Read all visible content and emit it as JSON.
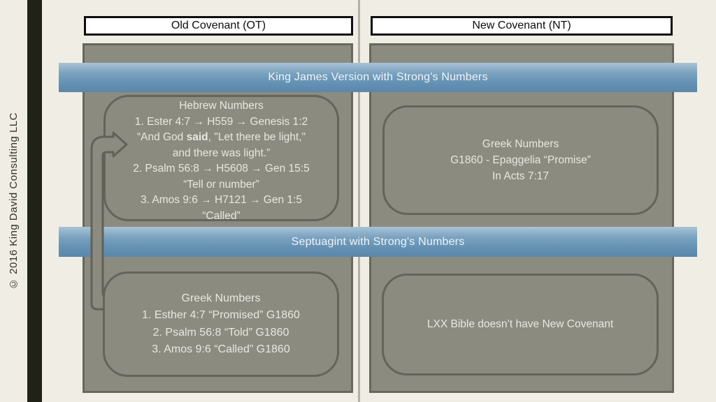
{
  "slide": {
    "copyright": "© 2016 King David Consulting LLC",
    "headers": {
      "left": "Old Covenant (OT)",
      "right": "New Covenant (NT)"
    },
    "banners": {
      "kjv": "King James Version with Strong's Numbers",
      "septuagint": "Septuagint with Strong's Numbers"
    },
    "boxes": {
      "hebrew": {
        "title": "Hebrew Numbers",
        "item1": "1.  Ester 4:7 → H559 → Genesis 1:2",
        "quote1_pre": "“And God ",
        "quote1_bold": "said",
        "quote1_post": ", \"Let there be light,\"",
        "quote1_line2": "and there was light.”",
        "item2": "2.  Psalm 56:8 → H5608 → Gen 15:5",
        "quote2": "“Tell or number”",
        "item3": "3.  Amos 9:6 → H7121 → Gen 1:5",
        "quote3": "“Called”"
      },
      "greek_nt": {
        "title": "Greek Numbers",
        "line1": "G1860 - Epaggelia “Promise”",
        "line2": "In Acts 7:17"
      },
      "greek_lxx": {
        "title": "Greek Numbers",
        "item1": "1.  Esther 4:7 “Promised” G1860",
        "item2": "2.  Psalm 56:8 “Told” G1860",
        "item3": "3.  Amos 9:6 “Called” G1860"
      },
      "lxx_note": {
        "text": "LXX Bible doesn’t have New Covenant"
      }
    },
    "colors": {
      "background": "#f0eee4",
      "sidebar_black": "#202217",
      "panel_gray": "#8b8b80",
      "panel_border": "#67675e",
      "banner_blue_top": "#a9c3d6",
      "banner_blue_bottom": "#5b87aa",
      "banner_text": "#eff3f7",
      "box_text": "#e8e8e0"
    }
  }
}
